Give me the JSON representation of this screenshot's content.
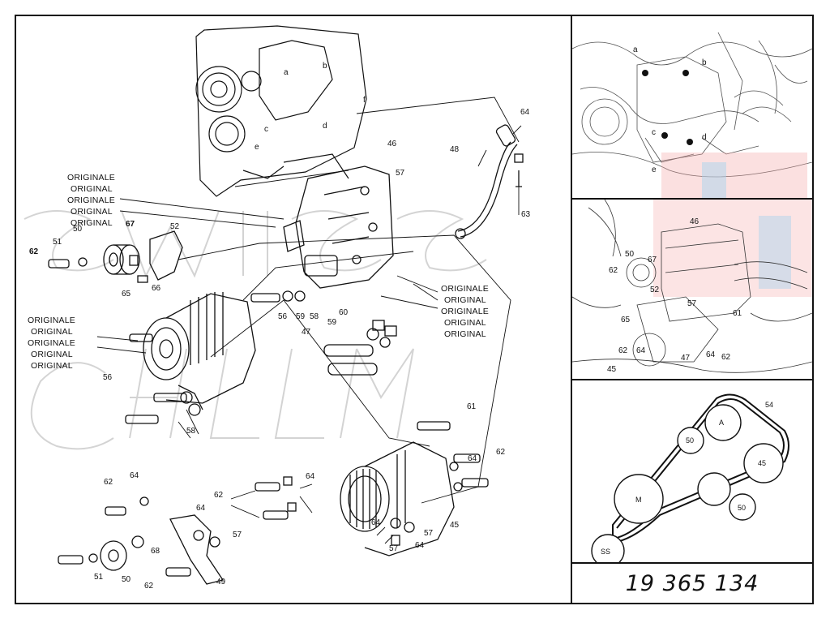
{
  "diagram": {
    "originale_group_left_top": [
      "ORIGINALE",
      "ORIGINAL",
      "ORIGINALE",
      "ORIGINAL",
      "ORIGINAL"
    ],
    "originale_group_left_mid": [
      "ORIGINALE",
      "ORIGINAL",
      "ORIGINALE",
      "ORIGINAL",
      "ORIGINAL"
    ],
    "originale_group_right": [
      "ORIGINALE",
      "ORIGINAL",
      "ORIGINALE",
      "ORIGINAL",
      "ORIGINAL"
    ],
    "callouts_main": {
      "a": "a",
      "b": "b",
      "c": "c",
      "d": "d",
      "e": "e",
      "f": "f",
      "p46": "46",
      "p48": "48",
      "p64a": "64",
      "p63": "63",
      "p57a": "57",
      "p50": "50",
      "p67": "67",
      "p52": "52",
      "p51": "51",
      "p62a": "62",
      "p65": "65",
      "p66": "66",
      "p56a": "56",
      "p59a": "59",
      "p58a": "58",
      "p60": "60",
      "p59b": "59",
      "p47": "47",
      "p56b": "56",
      "p58b": "58",
      "p61": "61",
      "p62b": "62",
      "p64b": "64",
      "p64c": "64",
      "p62c": "62",
      "p64d": "64",
      "p62d": "62",
      "p64e": "64",
      "p57b": "57",
      "p68": "68",
      "p51b": "51",
      "p50b": "50",
      "p62e": "62",
      "p49": "49",
      "p64f": "64",
      "p57c": "57",
      "p57d": "57",
      "p64g": "64",
      "p45": "45"
    },
    "callouts_photo_top": {
      "a": "a",
      "b": "b",
      "c": "c",
      "d": "d",
      "e": "e"
    },
    "callouts_photo_mid": {
      "p46": "46",
      "p50": "50",
      "p67": "67",
      "p62a": "62",
      "p52": "52",
      "p57": "57",
      "p61": "61",
      "p65": "65",
      "p62b": "62",
      "p64a": "64",
      "p47": "47",
      "p64b": "64",
      "p62c": "62",
      "p45": "45"
    }
  },
  "belt": {
    "labels": {
      "A": "A",
      "p54": "54",
      "p50a": "50",
      "p45": "45",
      "M": "M",
      "p50b": "50",
      "SS": "SS"
    }
  },
  "part_number": "19 365 134",
  "colors": {
    "line": "#111111",
    "watermark": "#cfcfcf",
    "accent_red": "#f4a6a6",
    "accent_blue": "#a9d3ee"
  }
}
